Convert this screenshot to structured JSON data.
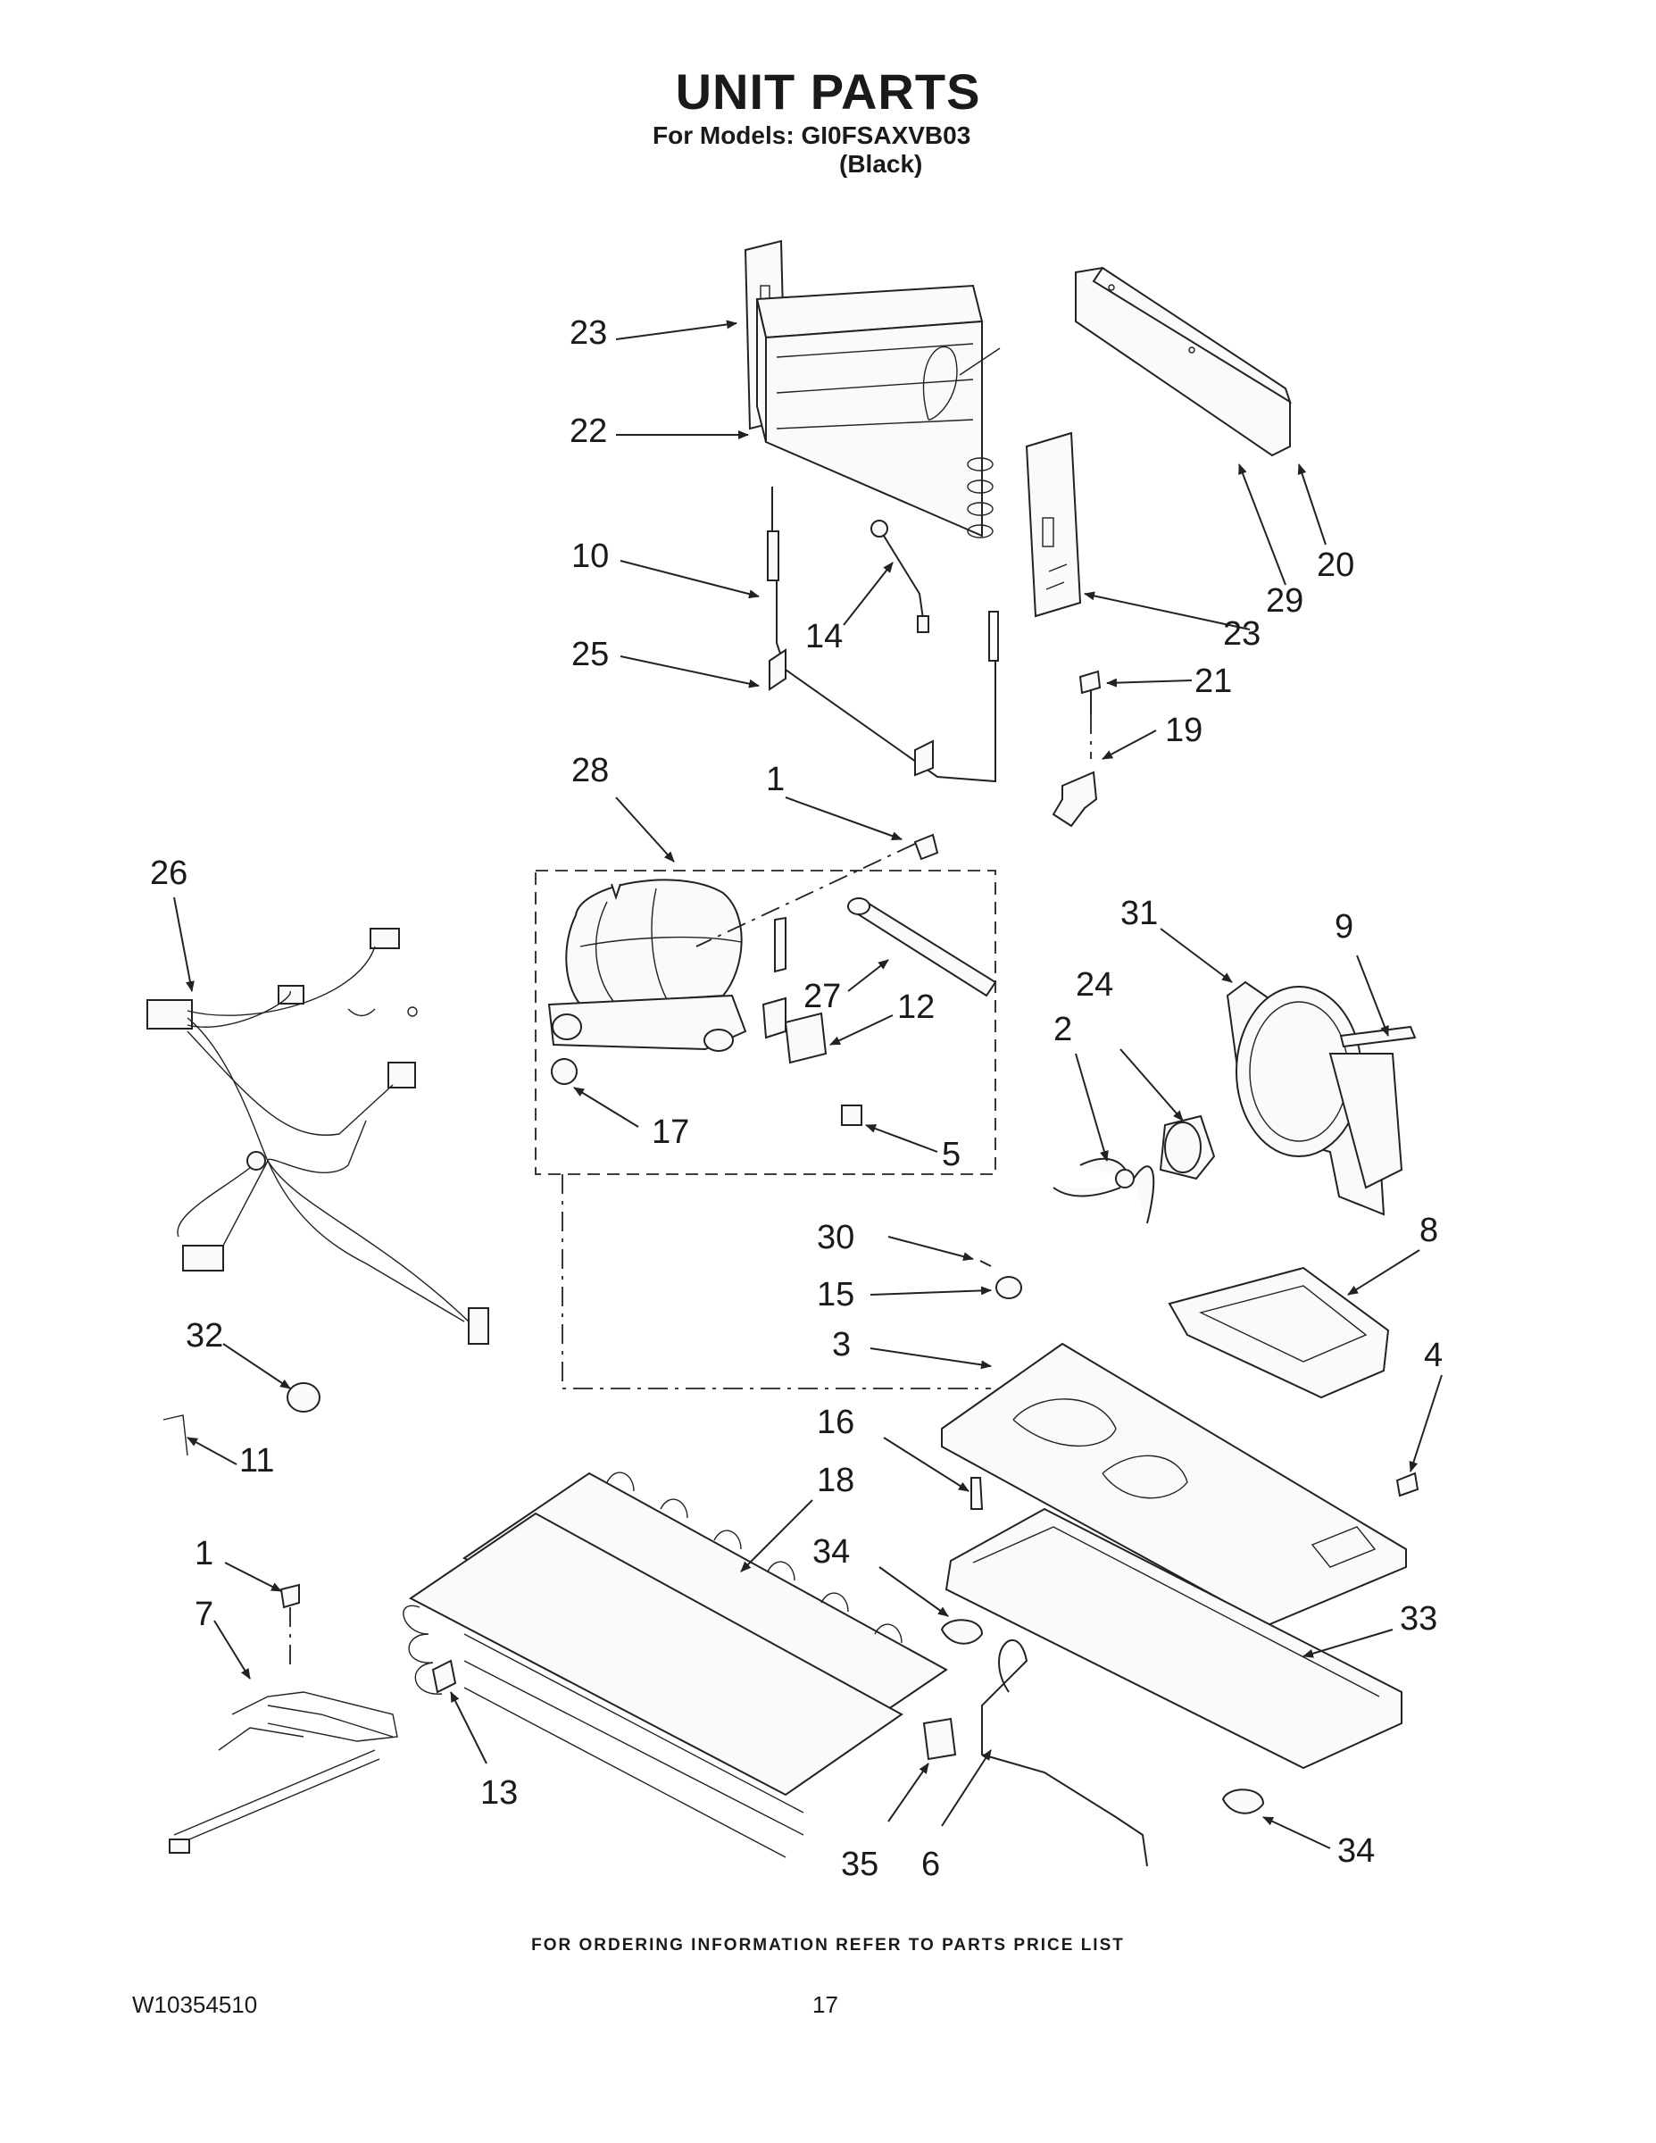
{
  "page": {
    "title": "UNIT PARTS",
    "models_line": "For Models: GI0FSAXVB03",
    "color_line": "(Black)",
    "footer_note": "FOR ORDERING INFORMATION REFER TO PARTS PRICE LIST",
    "doc_number": "W10354510",
    "page_number": "17"
  },
  "callouts": [
    {
      "id": "c23a",
      "label": "23"
    },
    {
      "id": "c22",
      "label": "22"
    },
    {
      "id": "c10",
      "label": "10"
    },
    {
      "id": "c14",
      "label": "14"
    },
    {
      "id": "c25",
      "label": "25"
    },
    {
      "id": "c20",
      "label": "20"
    },
    {
      "id": "c29",
      "label": "29"
    },
    {
      "id": "c23b",
      "label": "23"
    },
    {
      "id": "c21",
      "label": "21"
    },
    {
      "id": "c19",
      "label": "19"
    },
    {
      "id": "c28",
      "label": "28"
    },
    {
      "id": "c1a",
      "label": "1"
    },
    {
      "id": "c26",
      "label": "26"
    },
    {
      "id": "c27",
      "label": "27"
    },
    {
      "id": "c12",
      "label": "12"
    },
    {
      "id": "c17",
      "label": "17"
    },
    {
      "id": "c5",
      "label": "5"
    },
    {
      "id": "c31",
      "label": "31"
    },
    {
      "id": "c9",
      "label": "9"
    },
    {
      "id": "c24",
      "label": "24"
    },
    {
      "id": "c2",
      "label": "2"
    },
    {
      "id": "c30",
      "label": "30"
    },
    {
      "id": "c8",
      "label": "8"
    },
    {
      "id": "c15",
      "label": "15"
    },
    {
      "id": "c3",
      "label": "3"
    },
    {
      "id": "c4",
      "label": "4"
    },
    {
      "id": "c32",
      "label": "32"
    },
    {
      "id": "c11",
      "label": "11"
    },
    {
      "id": "c16",
      "label": "16"
    },
    {
      "id": "c18",
      "label": "18"
    },
    {
      "id": "c1b",
      "label": "1"
    },
    {
      "id": "c7",
      "label": "7"
    },
    {
      "id": "c34a",
      "label": "34"
    },
    {
      "id": "c33",
      "label": "33"
    },
    {
      "id": "c13",
      "label": "13"
    },
    {
      "id": "c35",
      "label": "35"
    },
    {
      "id": "c6",
      "label": "6"
    },
    {
      "id": "c34b",
      "label": "34"
    }
  ]
}
